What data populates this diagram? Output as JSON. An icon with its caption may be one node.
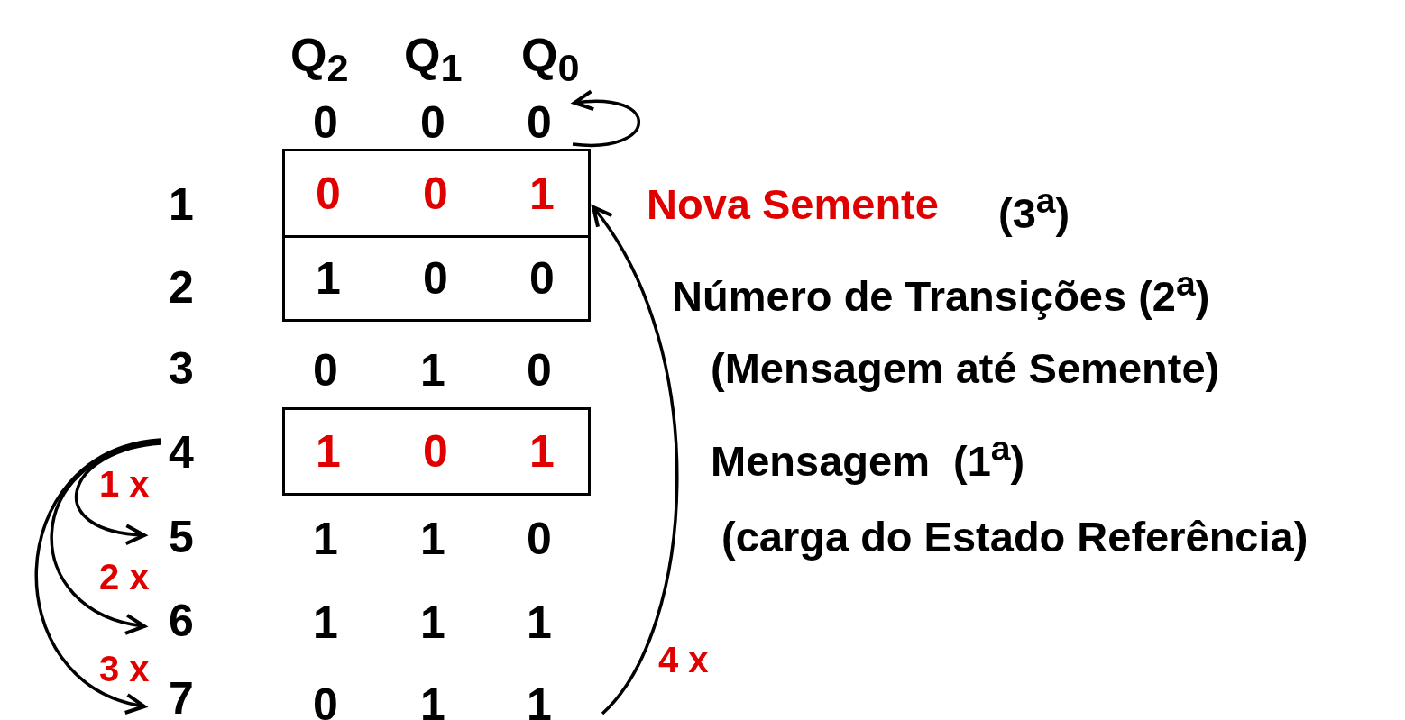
{
  "diagram": {
    "nodes": [
      {
        "text": [
          "0",
          "0",
          "0"
        ]
      },
      {
        "text": [
          "1"
        ]
      },
      {
        "text": [
          "0",
          "0",
          "1"
        ]
      },
      {
        "text": [
          "2"
        ]
      },
      {
        "text": [
          "1",
          "0",
          "0"
        ]
      },
      {
        "text": [
          "3"
        ]
      },
      {
        "text": [
          "0",
          "1",
          "0"
        ]
      },
      {
        "text": [
          "4"
        ]
      },
      {
        "text": [
          "1",
          "0",
          "1"
        ]
      },
      {
        "text": [
          "5"
        ]
      },
      {
        "text": [
          "1",
          "1",
          "0"
        ]
      },
      {
        "text": [
          "6"
        ]
      },
      {
        "text": [
          "1",
          "1",
          "1"
        ]
      },
      {
        "text": [
          "7"
        ]
      },
      {
        "text": [
          "0",
          "1",
          "1"
        ]
      }
    ],
    "edges": [
      {
        "from": 0,
        "to": 0,
        "arrow": "to"
      },
      {
        "from": 7,
        "to": 9,
        "arrow": "to",
        "label": "1 x"
      },
      {
        "from": 7,
        "to": 11,
        "arrow": "to",
        "label": "2 x"
      },
      {
        "from": 7,
        "to": 13,
        "arrow": "to",
        "label": "3 x"
      },
      {
        "from": 14,
        "to": 2,
        "arrow": "to",
        "label": "4 x"
      }
    ],
    "labels": [
      "Q$_{2}$",
      "Q$_{1}$",
      "Q$_{0}$",
      "Nova Semente",
      "(3$^{a}$)",
      "Número de Transições (2$^{a}$)",
      "(Mensagem até Semente)",
      "Mensagem  (1$^{a}$)",
      "(carga do Estado Referência)"
    ]
  }
}
